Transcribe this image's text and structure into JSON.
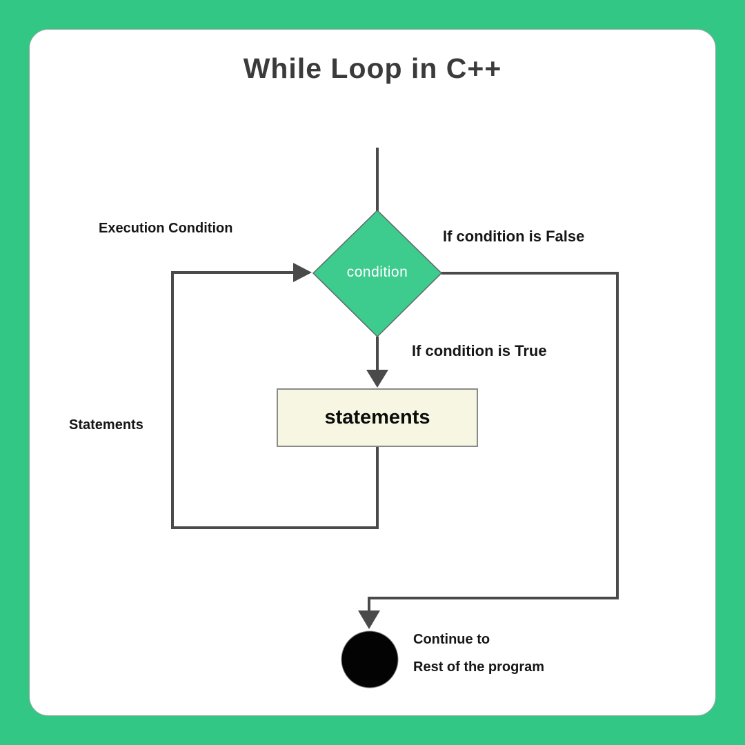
{
  "page": {
    "title": "While Loop in C++"
  },
  "colors": {
    "background": "#33c786",
    "card": "#ffffff",
    "diamond_fill": "#3ecb8e",
    "line": "#4a4a4a",
    "statements_fill": "#f6f6e3",
    "end_node": "#030303",
    "title_text": "#3b3b3b",
    "label_text": "#161616",
    "condition_text": "#ffffff"
  },
  "flowchart": {
    "condition_node": {
      "shape": "diamond",
      "label": "condition"
    },
    "statements_node": {
      "shape": "rectangle",
      "label": "statements"
    },
    "end_node": {
      "shape": "filled-circle",
      "label": ""
    },
    "labels": {
      "execution_condition": "Execution Condition",
      "if_false": "If condition is False",
      "if_true": "If condition is True",
      "statements_side": "Statements",
      "continue_line1": "Continue to",
      "continue_line2": "Rest of the program"
    }
  }
}
